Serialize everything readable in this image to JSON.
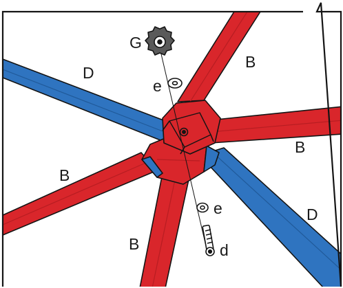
{
  "diagram": {
    "labels": {
      "g": "G",
      "e_top": "e",
      "e_bottom": "e",
      "d": "d",
      "b_upper_right": "B",
      "b_right": "B",
      "b_left": "B",
      "b_bottom": "B",
      "d_left": "D",
      "d_lower_right": "D"
    },
    "colors": {
      "red_tube": "#d9262b",
      "red_shade": "#b81d22",
      "blue_tube": "#2f74c0",
      "blue_shade": "#205a9a",
      "outline": "#141414",
      "knob": "#5a5a5a",
      "hardware": "#ffffff"
    }
  }
}
